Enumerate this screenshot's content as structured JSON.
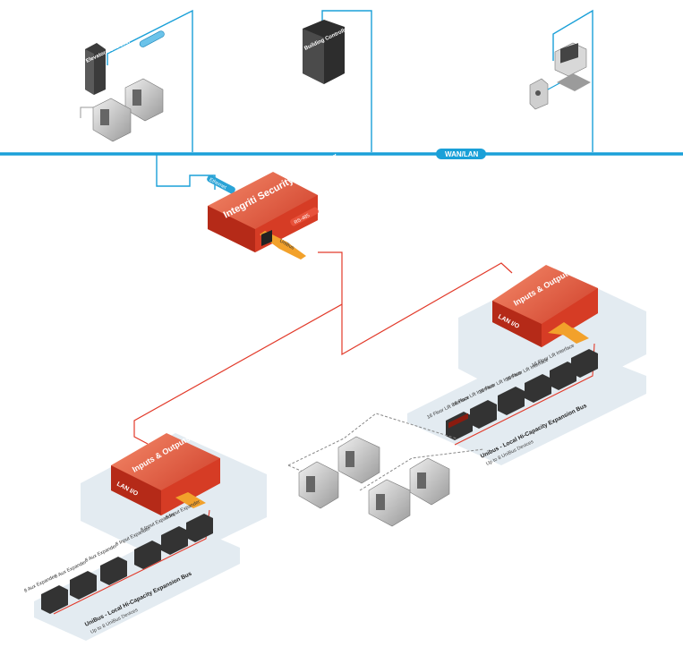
{
  "colors": {
    "network_line": "#1aa0d8",
    "bus_line": "#e23a2a",
    "controller_body": "#e8523b",
    "platform": "#e3ebf1",
    "device_dark": "#4a4a4a"
  },
  "devices": {
    "elevator_controller": "Elevator Controller",
    "building_controller": "Building Controller",
    "wan_lan": "WAN/LAN",
    "ethernet": "Ethernet",
    "security_controller": "Integriti Security Controller",
    "rs485": "RS-485",
    "unibus": "UniBus"
  },
  "expander_right": {
    "title": "Inputs & Outputs Expander",
    "tag": "LAN I/O",
    "modules": [
      "16 Floor Lift Interface",
      "16 Floor Lift Interface",
      "16 Floor Lift Interface",
      "16 Floor Lift Interface",
      "16 Floor Lift Interface"
    ],
    "bus_label": "Unibus - Local Hi-Capacity Expansion Bus",
    "bus_sub": "Up to 8 UniBus Devices"
  },
  "expander_left": {
    "title": "Inputs & Outputs Expander",
    "tag": "LAN I/O",
    "modules": [
      "8 Aux Expander",
      "8 Aux Expander",
      "8 Aux Expander",
      "8 Input Expander",
      "8 Input Expander",
      "8 Input Expander"
    ],
    "bus_label": "UniBus - Local Hi-Capacity Expansion Bus",
    "bus_sub": "Up to 8 UniBus Devices"
  }
}
